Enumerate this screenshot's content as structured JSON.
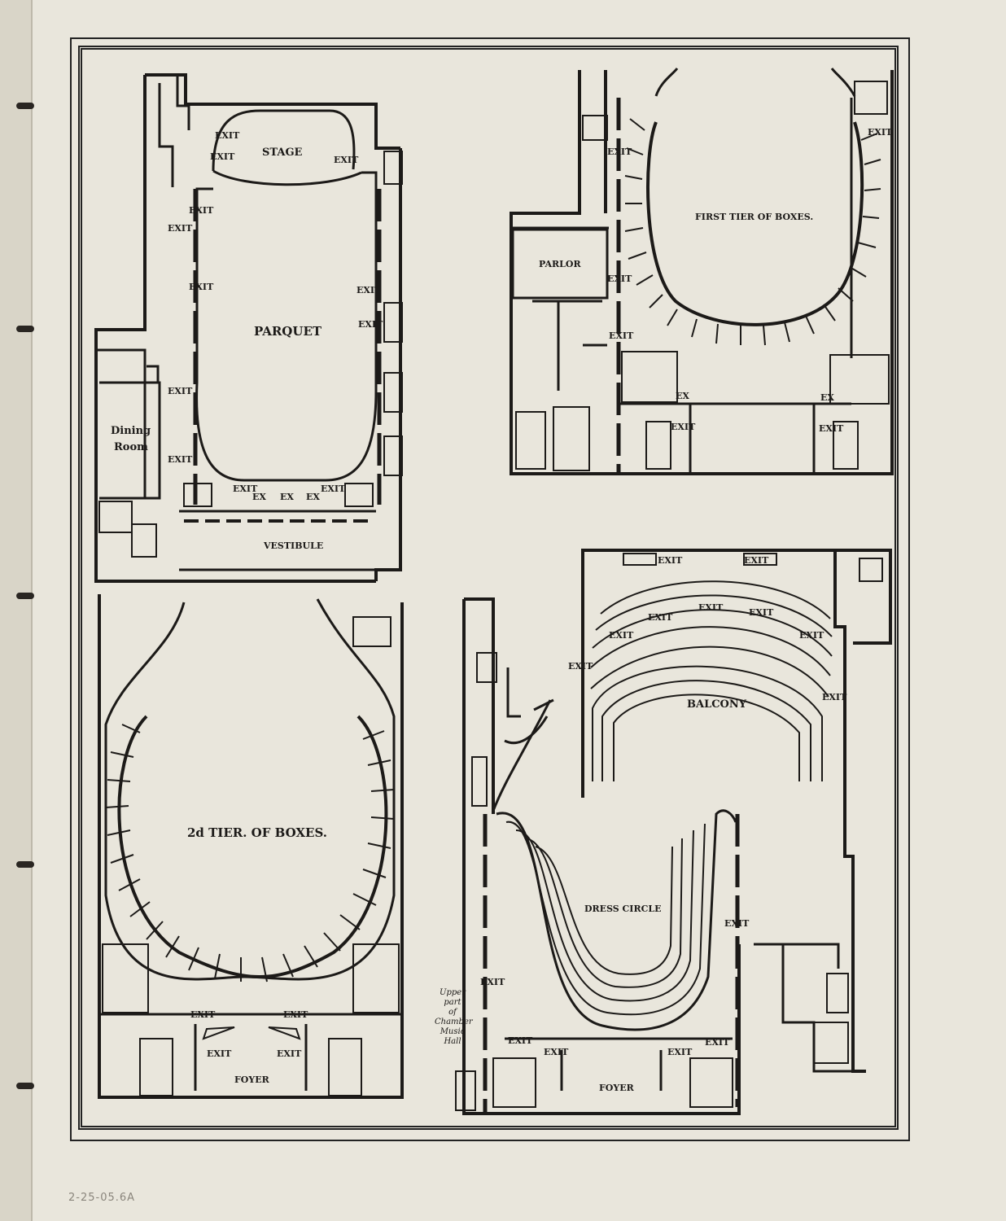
{
  "plans": {
    "parquet": {
      "title": "PARQUET",
      "stage": "STAGE",
      "dining": [
        "Dining",
        "Room"
      ],
      "vestibule": "VESTIBULE",
      "exit": "EXIT",
      "ex": "EX"
    },
    "first_tier": {
      "title": "FIRST TIER OF BOXES.",
      "parlor": "PARLOR",
      "exit": "EXIT",
      "ex": "EX"
    },
    "second_tier": {
      "title": "2d TIER. OF BOXES.",
      "foyer": "FOYER",
      "exit": "EXIT"
    },
    "balcony": {
      "title": "BALCONY",
      "exit": "EXIT"
    },
    "dress_circle": {
      "title": "DRESS CIRCLE",
      "foyer": "FOYER",
      "exit": "EXIT",
      "note": [
        "Upper part",
        "of",
        "Chamber",
        "Music",
        "Hall"
      ]
    }
  },
  "pencil_note": "2-25-05.6A"
}
